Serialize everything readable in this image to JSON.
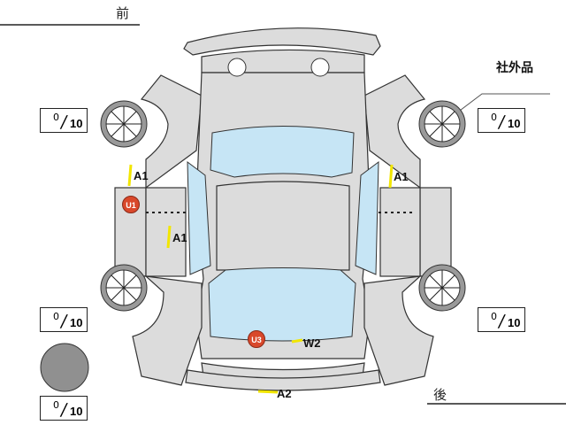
{
  "labels": {
    "front": "前",
    "rear": "後",
    "aftermarket": "社外品"
  },
  "tires": {
    "front_left": {
      "value": "0",
      "max": "10"
    },
    "front_right": {
      "value": "0",
      "max": "10"
    },
    "rear_left": {
      "value": "0",
      "max": "10"
    },
    "rear_right": {
      "value": "0",
      "max": "10"
    },
    "spare": {
      "value": "0",
      "max": "10"
    }
  },
  "damage_marks": [
    {
      "code": "A1"
    },
    {
      "code": "A1"
    },
    {
      "code": "A1"
    },
    {
      "code": "W2"
    },
    {
      "code": "A2"
    }
  ],
  "badges": [
    {
      "code": "U1"
    },
    {
      "code": "U3"
    }
  ],
  "colors": {
    "body": "#dcdcdc",
    "glass": "#c6e5f5",
    "mark": "#f2e600",
    "badge": "#d9482b"
  }
}
